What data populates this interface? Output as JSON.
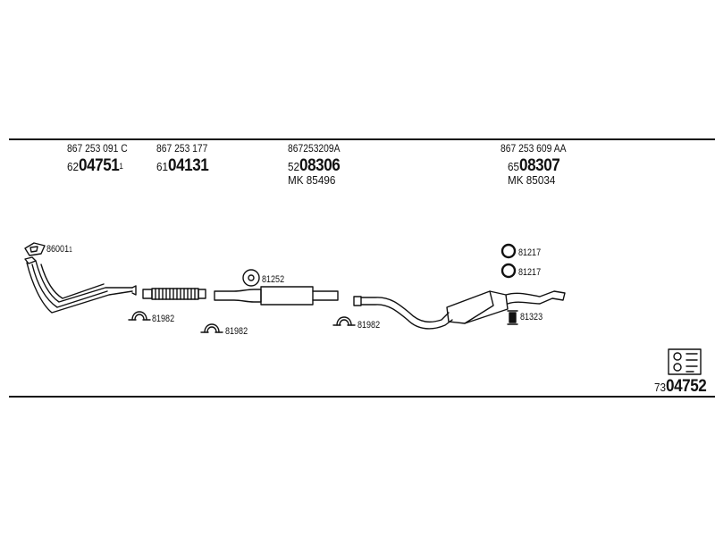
{
  "groups": [
    {
      "oem": "867 253 091 C",
      "prefix": "62",
      "code": "04751",
      "suffix": "1",
      "mk": ""
    },
    {
      "oem": "867 253 177",
      "prefix": "61",
      "code": "04131",
      "suffix": "",
      "mk": ""
    },
    {
      "oem": "867253209A",
      "prefix": "52",
      "code": "08306",
      "suffix": "",
      "mk": "MK  85496"
    },
    {
      "oem": "867 253 609 AA",
      "prefix": "65",
      "code": "08307",
      "suffix": "",
      "mk": "MK  85034"
    }
  ],
  "parts": {
    "gasket": {
      "no": "86001",
      "sup": "1"
    },
    "clamp_1": {
      "no": "81982"
    },
    "clamp_2": {
      "no": "81982"
    },
    "clamp_3": {
      "no": "81982"
    },
    "hanger": {
      "no": "81252"
    },
    "ring_1": {
      "no": "81217"
    },
    "ring_2": {
      "no": "81217"
    },
    "rubber_mount": {
      "no": "81323"
    }
  },
  "kit": {
    "prefix": "73",
    "code": "04752"
  },
  "icons": [
    "gasket-icon",
    "clamp-icon",
    "hanger-icon",
    "ring-icon",
    "rubber-mount-icon",
    "mounting-kit-icon"
  ]
}
